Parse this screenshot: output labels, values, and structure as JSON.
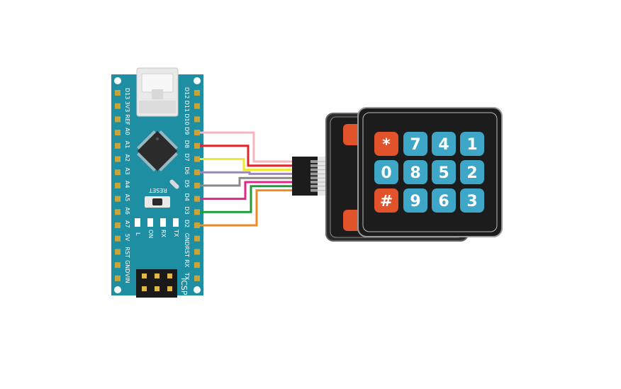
{
  "board": {
    "left_pins": [
      "D13",
      "3V3",
      "REF",
      "A0",
      "A1",
      "A2",
      "A3",
      "A4",
      "A5",
      "A6",
      "A7",
      "5V",
      "RST",
      "GND",
      "VIN"
    ],
    "right_pins": [
      "D12",
      "D11",
      "D10",
      "D9",
      "D8",
      "D7",
      "D6",
      "D5",
      "D4",
      "D3",
      "D2",
      "GND",
      "RST",
      "RX",
      "TX"
    ],
    "reset_label": "RESET",
    "led_labels": [
      "L",
      "ON",
      "RX",
      "TX"
    ],
    "icsp_label": "ICSP",
    "colors": {
      "pcb": "#1e8fa3",
      "chip": "#2b2b2b",
      "usb": "#e8e8e8"
    }
  },
  "keypad": {
    "rows": [
      [
        "*",
        "7",
        "4",
        "1"
      ],
      [
        "0",
        "8",
        "5",
        "2"
      ],
      [
        "#",
        "9",
        "6",
        "3"
      ]
    ],
    "colors": {
      "body": "#1c1c1c",
      "key_blue": "#3ea6c6",
      "key_red": "#e2522b"
    }
  },
  "wires": [
    {
      "name": "wire-d9",
      "from": "D9",
      "color": "#f4b6c0"
    },
    {
      "name": "wire-d8",
      "from": "D8",
      "color": "#e0262b"
    },
    {
      "name": "wire-d7",
      "from": "D7",
      "color": "#f4e62a"
    },
    {
      "name": "wire-d6",
      "from": "D6",
      "color": "#9a88b8"
    },
    {
      "name": "wire-d5",
      "from": "D5",
      "color": "#8a8a8a"
    },
    {
      "name": "wire-d4",
      "from": "D4",
      "color": "#e0268a"
    },
    {
      "name": "wire-d3",
      "from": "D3",
      "color": "#1f9b3a"
    },
    {
      "name": "wire-d2",
      "from": "D2",
      "color": "#f08a25"
    }
  ]
}
